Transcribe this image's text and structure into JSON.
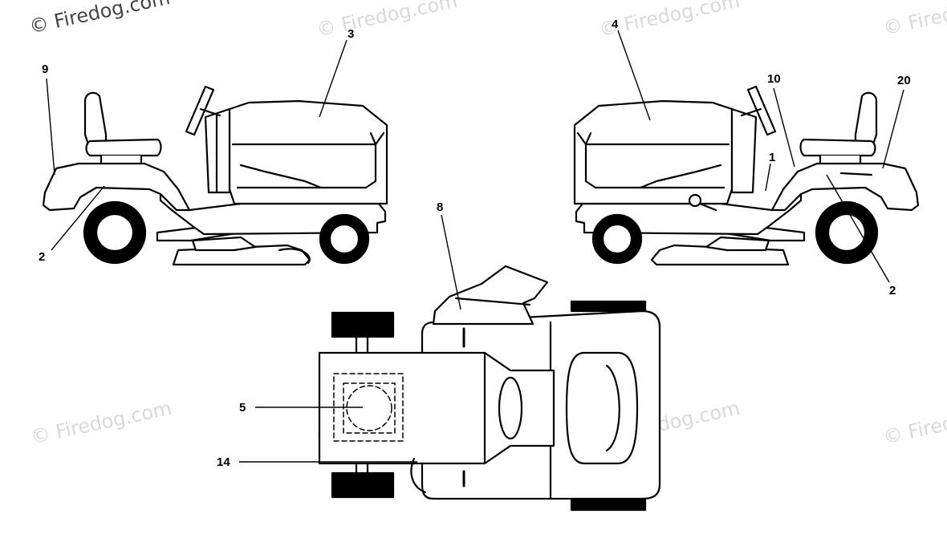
{
  "diagram": {
    "watermark": "© Firedog.com",
    "callouts": {
      "c1": "1",
      "c2_left": "2",
      "c2_right": "2",
      "c3": "3",
      "c4": "4",
      "c5": "5",
      "c8": "8",
      "c9": "9",
      "c10": "10",
      "c14": "14",
      "c20": "20"
    }
  }
}
